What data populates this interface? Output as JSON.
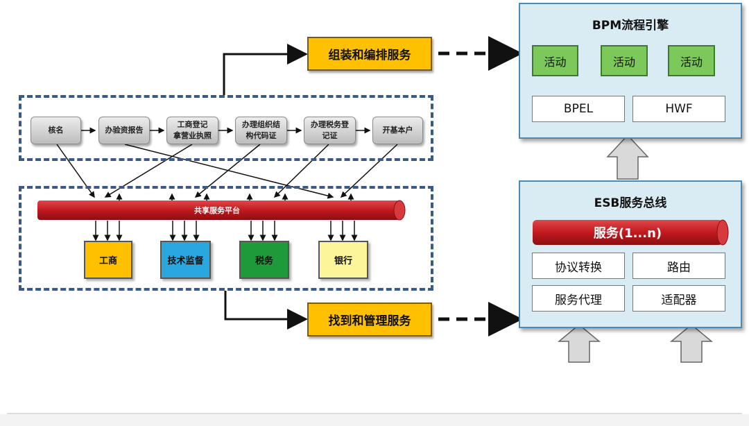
{
  "process_steps": [
    "核名",
    "办验资报告",
    "工商登记\n拿营业执照",
    "办理组织结\n构代码证",
    "办理税务登\n记证",
    "开基本户"
  ],
  "platform_label": "共享服务平台",
  "systems": [
    {
      "label": "工商",
      "color": "#ffc000"
    },
    {
      "label": "技术监督",
      "color": "#29a8e0"
    },
    {
      "label": "税务",
      "color": "#1f9a3a"
    },
    {
      "label": "银行",
      "color": "#fdf59a"
    }
  ],
  "assemble_label": "组装和编排服务",
  "find_label": "找到和管理服务",
  "bpm": {
    "title": "BPM流程引擎",
    "activities": [
      "活动",
      "活动",
      "活动"
    ],
    "engines": [
      "BPEL",
      "HWF"
    ]
  },
  "esb": {
    "title": "ESB服务总线",
    "bus_label": "服务(1...n)",
    "functions": [
      "协议转换",
      "路由",
      "服务代理",
      "适配器"
    ]
  },
  "colors": {
    "dash": "#3a5a86",
    "bar_red": "#c0191e",
    "panel_bg": "#daecf3",
    "activity_green": "#7cc85a",
    "orange": "#ffc000"
  }
}
